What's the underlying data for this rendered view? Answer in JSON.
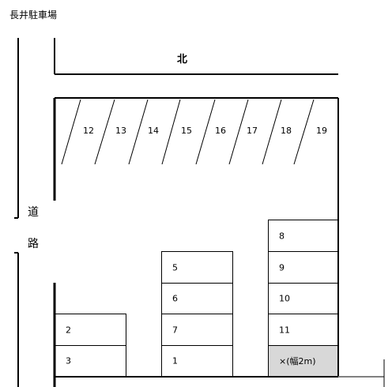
{
  "title": "長井駐車場",
  "north_label": "北",
  "road_label": [
    "道",
    "路"
  ],
  "slanted_spaces": [
    "12",
    "13",
    "14",
    "15",
    "16",
    "17",
    "18",
    "19"
  ],
  "left_column": [
    "2",
    "3"
  ],
  "middle_column": [
    "5",
    "6",
    "7",
    "1"
  ],
  "right_column": [
    "8",
    "9",
    "10",
    "11",
    "×(幅2m)"
  ],
  "colors": {
    "line": "#000000",
    "disabled_space": "#d8d8d8"
  }
}
